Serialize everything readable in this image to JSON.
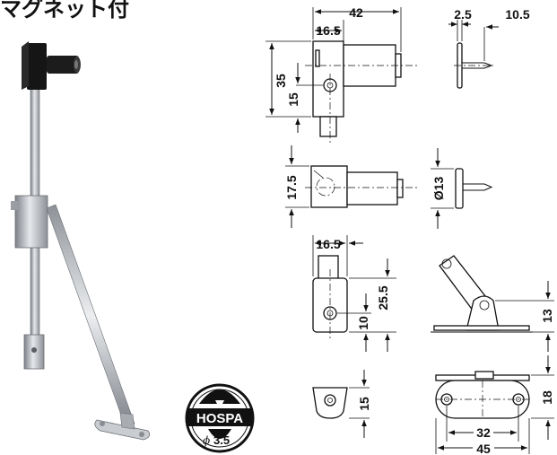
{
  "title": "マグネット付",
  "brand": {
    "name": "HOSPA",
    "screw": "3.5",
    "phi": "ϕ"
  },
  "dims": {
    "d42": "42",
    "d16_5": "16.5",
    "d35": "35",
    "d15": "15",
    "d2_5": "2.5",
    "d10_5": "10.5",
    "d17_5": "17.5",
    "d13": "Ø13",
    "d16_5b": "16.5",
    "d25_5": "25.5",
    "d10": "10",
    "d13b": "13",
    "d15b": "15",
    "d18": "18",
    "d32": "32",
    "d45": "45"
  }
}
